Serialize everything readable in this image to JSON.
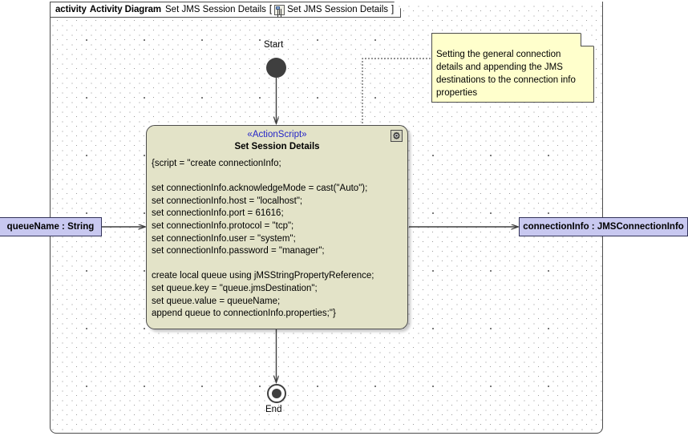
{
  "frame": {
    "keyword": "activity",
    "type_label": "Activity Diagram",
    "name": "Set JMS Session Details",
    "bracket_open": "[",
    "icon": "activity-diagram-icon",
    "qualified_name": "Set JMS Session Details",
    "bracket_close": "]"
  },
  "nodes": {
    "start": {
      "label": "Start",
      "kind": "initial-node"
    },
    "end": {
      "label": "End",
      "kind": "activity-final-node"
    },
    "action": {
      "stereotype": "«ActionScript»",
      "title": "Set Session Details",
      "icon": "gear-icon",
      "script": "{script = \"create connectionInfo;\n\nset connectionInfo.acknowledgeMode = cast(\"Auto\");\nset connectionInfo.host = \"localhost\";\nset connectionInfo.port = 61616;\nset connectionInfo.protocol = \"tcp\";\nset connectionInfo.user = \"system\";\nset connectionInfo.password = \"manager\";\n\ncreate local queue using jMSStringPropertyReference;\nset queue.key = \"queue.jmsDestination\";\nset queue.value = queueName;\nappend queue to connectionInfo.properties;\"}"
    }
  },
  "note": {
    "text": "Setting the general connection details and appending the JMS destinations to the connection info properties"
  },
  "pins": {
    "input": {
      "label": "queueName : String",
      "name": "queueName",
      "type": "String"
    },
    "output": {
      "label": "connectionInfo : JMSConnectionInfo",
      "name": "connectionInfo",
      "type": "JMSConnectionInfo"
    }
  },
  "colors": {
    "action_fill": "#e3e3c8",
    "note_fill": "#ffffcc",
    "pin_fill": "#c8c8f0",
    "stereotype_text": "#2424c8",
    "line": "#4c4c4c",
    "node_fill": "#3f3f3f"
  }
}
